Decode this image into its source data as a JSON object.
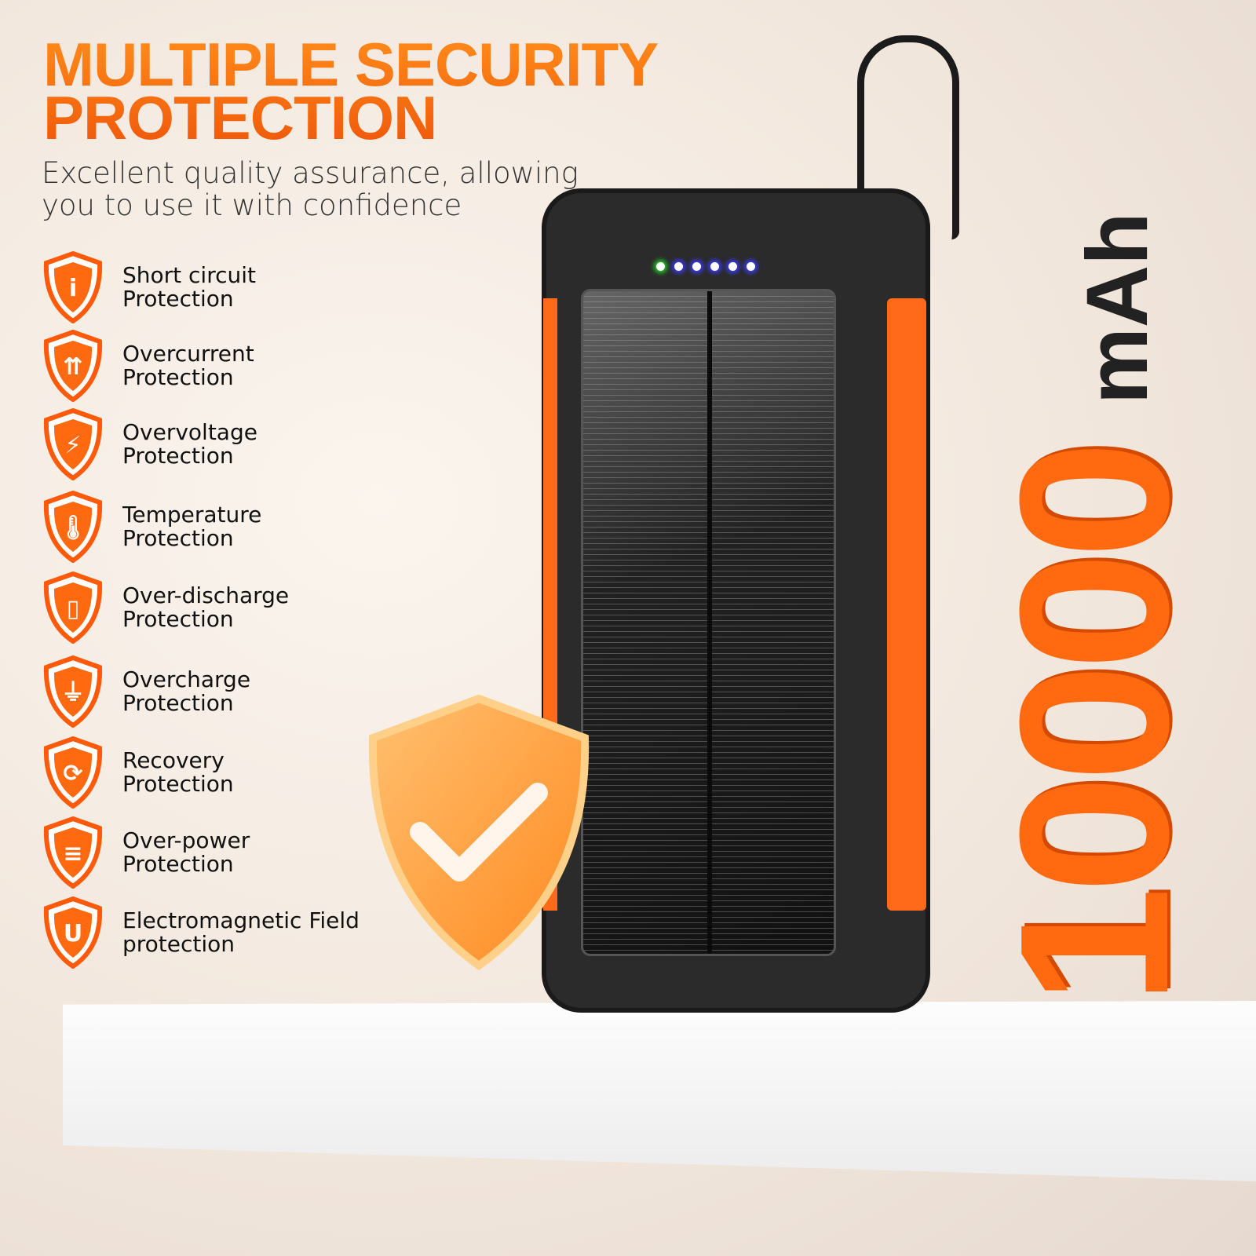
{
  "headline": {
    "line1": "MULTIPLE SECURITY",
    "line2": "PROTECTION"
  },
  "subtitle": "Excellent quality assurance, allowing you to use it with confidence",
  "features": [
    {
      "icon": "info-icon",
      "label": "Short circuit Protection"
    },
    {
      "icon": "arrows-up-icon",
      "label": "Overcurrent Protection"
    },
    {
      "icon": "lightning-icon",
      "label": "Overvoltage Protection"
    },
    {
      "icon": "thermometer-icon",
      "label": "Temperature Protection"
    },
    {
      "icon": "battery-icon",
      "label": "Over-discharge Protection"
    },
    {
      "icon": "plug-icon",
      "label": "Overcharge Protection"
    },
    {
      "icon": "recycle-icon",
      "label": "Recovery Protection"
    },
    {
      "icon": "sliders-icon",
      "label": "Over-power Protection"
    },
    {
      "icon": "magnet-icon",
      "label": "Electromagnetic Field protection"
    }
  ],
  "capacity": {
    "value": "10000",
    "unit": "mAh"
  },
  "colors": {
    "accent": "#ff6a10",
    "text": "#111111"
  }
}
